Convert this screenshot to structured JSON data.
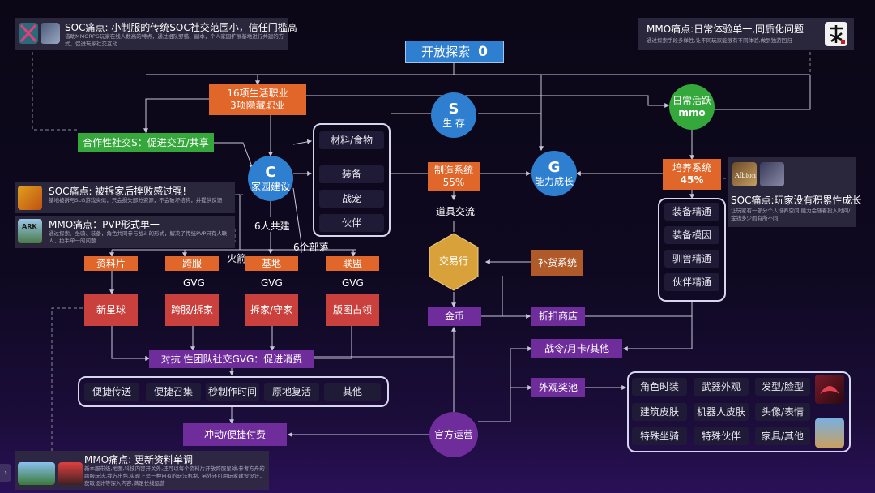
{
  "nodes": {
    "explore": {
      "label": "开放探索",
      "value": "0"
    },
    "life_jobs": {
      "line1": "16项生活职业",
      "line2": "3项隐藏职业"
    },
    "daily": {
      "line1": "日常活跃",
      "line2": "mmo"
    },
    "survival": {
      "big": "S",
      "small": "生 存"
    },
    "coop": "合作性社交S：促进交互/共享",
    "home": {
      "big": "C",
      "small": "家园建设"
    },
    "growth": {
      "big": "G",
      "small": "能力成长"
    },
    "craft": {
      "line1": "制造系统",
      "line2": "55%"
    },
    "train": {
      "line1": "培养系统",
      "line2": "45%"
    },
    "materials": [
      "材料/食物",
      "装备",
      "战宠",
      "伙伴"
    ],
    "train_items": [
      "装备精通",
      "装备模因",
      "驯兽精通",
      "伙伴精通"
    ],
    "trade_label": "道具交流",
    "six_people": "6人共建",
    "six_tribes": "6个部落",
    "arrow": "火箭",
    "exchange": "交易行",
    "restock": "补货系统",
    "zones": [
      "资料片",
      "跨服",
      "基地",
      "联盟"
    ],
    "gvg": "GVG",
    "zone_actions": [
      "新星球",
      "跨服/拆家",
      "拆家/守家",
      "版图占领"
    ],
    "gold": "金币",
    "discount_shop": "折扣商店",
    "battle_pass": "战令/月卡/其他",
    "gacha": "外观奖池",
    "gvg_social": "对抗 性团队社交GVG：促进消费",
    "conveniences": [
      "便捷传送",
      "便捷召集",
      "秒制作时间",
      "原地复活",
      "其他"
    ],
    "impulse": "冲动/便捷付费",
    "operations": "官方运营",
    "cosmetics": [
      "角色时装",
      "武器外观",
      "发型/脸型",
      "建筑皮肤",
      "机器人皮肤",
      "头像/表情",
      "特殊坐骑",
      "特殊伙伴",
      "家具/其他"
    ]
  },
  "pain_points": {
    "soc_top": {
      "title": "SOC痛点: 小制服的传统SOC社交范围小，信任门槛高",
      "desc": "借助MMORPG玩家在线人数高的特点，通过组队野猎、副本，个人家园扩展基地进行共建的方式，促进玩家社交互动"
    },
    "mmo_top": {
      "title": "MMO痛点:日常体验单一,同质化问题",
      "desc": "通过探索手段多样性,让不同玩家能够有不同体验,做到独游回归"
    },
    "soc_left": {
      "title": "SOC痛点: 被拆家后挫败感过强!",
      "desc": "基地被拆与SLG游戏类似，只会损失部分资源，不会破坏结构，并提供反馈"
    },
    "mmo_left": {
      "title": "MMO痛点：PVP形式单一",
      "desc": "通过探索、坐骑、装备，角色共同参与战斗的形式，解决了传统PVP只有人联人、拉手单一的问题"
    },
    "soc_right": {
      "title": "SOC痛点:玩家没有积累性成长",
      "desc": "让玩家有一部分个人培养空间,能力会随着投入时间/金钱多少而有所不同"
    },
    "mmo_bottom": {
      "title": "MMO痛点: 更新资料单调",
      "desc": "新本服带级,地图,科技内容开关外,还可以每个资料片开放跨服星球,参考方舟的跨服玩法,我方出色,实现上是一种自有的玩法机制, 另外还可用玩家建设设计，获取设计等深入内容,满足长线运营"
    }
  },
  "icons": {
    "top_left_1": "x-logo-icon",
    "top_left_2": "game-art-icon",
    "top_right": "calligraphy-icon",
    "clash": "clash-game-icon",
    "ark": "ark-game-icon",
    "albion": "albion-game-icon",
    "mobile": "mobile-game-icon",
    "bottom_1": "planet-game-icon",
    "bottom_2": "racing-game-icon",
    "cos_1": "dragon-game-icon",
    "cos_2": "pubg-game-icon"
  },
  "colors": {
    "orange": "#e0662a",
    "red": "#c9403c",
    "green": "#34a83a",
    "purple": "#6f2d9c",
    "blue": "#2f7fd0",
    "exchange": "#d9a13a"
  }
}
